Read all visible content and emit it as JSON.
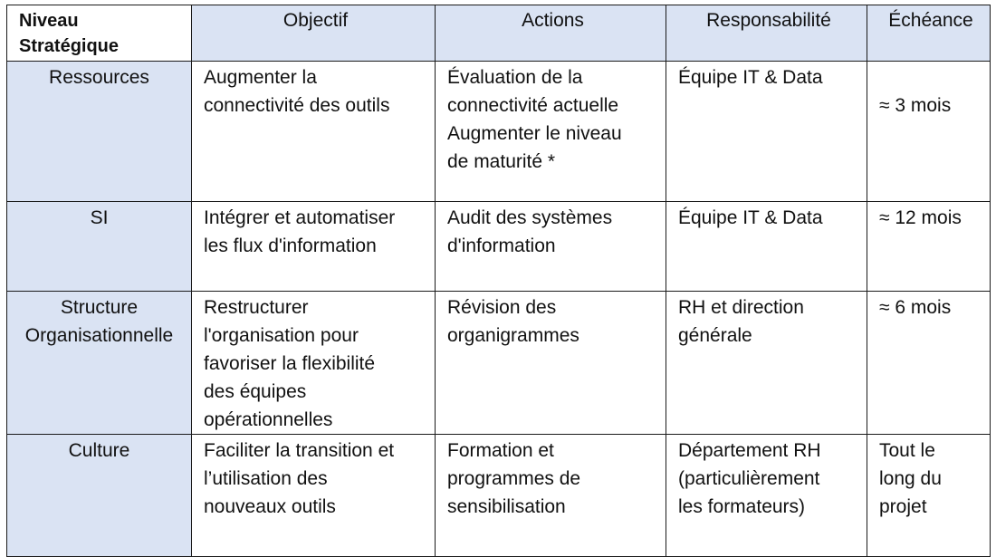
{
  "table": {
    "corner_header": "Niveau\nStratégique",
    "headers": [
      "Objectif",
      "Actions",
      "Responsabilité",
      "Échéance"
    ],
    "rows": [
      {
        "level": "Ressources",
        "objective": "Augmenter la\nconnectivité des outils",
        "actions": "Évaluation de la\nconnectivité actuelle\nAugmenter le niveau\nde maturité *",
        "responsibility": "Équipe IT & Data",
        "deadline": "≈ 3 mois"
      },
      {
        "level": "SI",
        "objective": "Intégrer et automatiser\nles flux d'information",
        "actions": "Audit des systèmes\nd'information",
        "responsibility": "Équipe IT & Data",
        "deadline": "≈ 12 mois"
      },
      {
        "level": "Structure\nOrganisationnelle",
        "objective": "Restructurer\nl'organisation pour\nfavoriser la flexibilité\ndes équipes\nopérationnelles",
        "actions": "Révision des\norganigrammes",
        "responsibility": "RH et direction\ngénérale",
        "deadline": "≈ 6 mois"
      },
      {
        "level": "Culture",
        "objective": "Faciliter la transition et\nl’utilisation des\nnouveaux outils",
        "actions": "Formation et\nprogrammes de\nsensibilisation",
        "responsibility": "Département RH\n(particulièrement\nles formateurs)",
        "deadline": "Tout le\nlong du\nprojet"
      }
    ]
  }
}
